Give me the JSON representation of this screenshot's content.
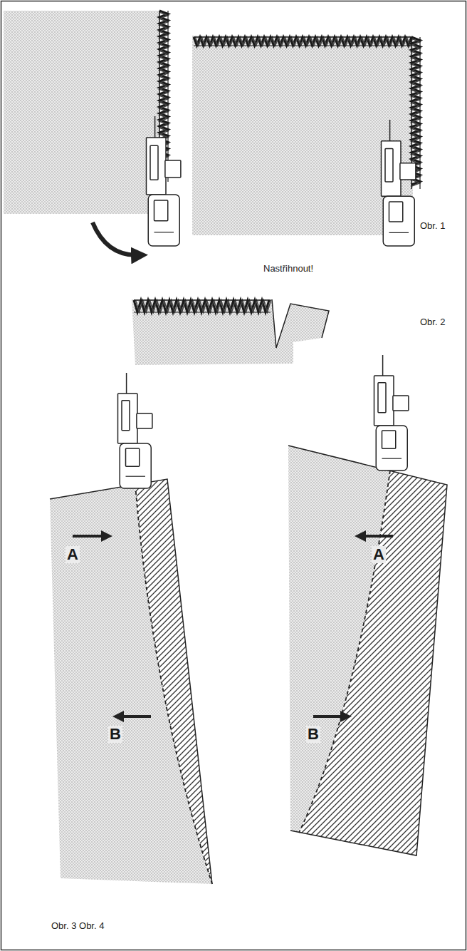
{
  "diagram": {
    "labels": [
      "Obr. 1",
      "Nastřihnout!",
      "Obr. 2",
      "A",
      "B",
      "A",
      "B",
      "Obr. 3 Obr. 4"
    ]
  }
}
